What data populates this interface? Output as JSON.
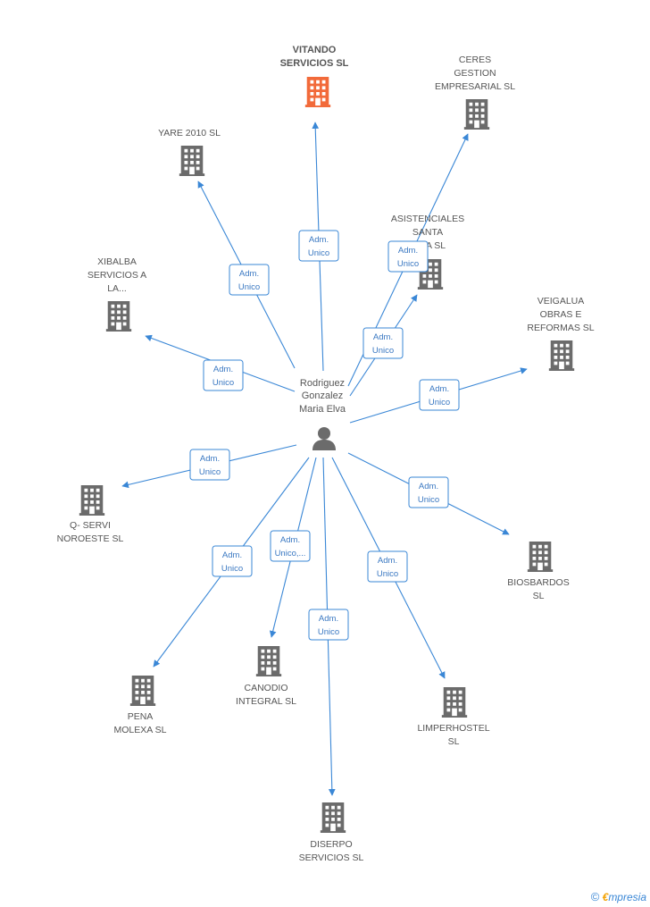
{
  "colors": {
    "edge": "#3a87d6",
    "building": "#6b6b6b",
    "building_highlight": "#f26a3a",
    "person": "#6b6b6b"
  },
  "person": {
    "name_lines": [
      "Rodriguez",
      "Gonzalez",
      "Maria Elva"
    ],
    "icon": "person-icon"
  },
  "companies": [
    {
      "id": "vitando",
      "lines": [
        "VITANDO",
        "SERVICIOS SL"
      ],
      "highlight": true,
      "role_lines": [
        "Adm.",
        "Unico"
      ]
    },
    {
      "id": "ceres",
      "lines": [
        "CERES",
        "GESTION",
        "EMPRESARIAL SL"
      ],
      "highlight": false,
      "role_lines": [
        "Adm.",
        "Unico"
      ]
    },
    {
      "id": "yare",
      "lines": [
        "YARE 2010 SL"
      ],
      "highlight": false,
      "role_lines": [
        "Adm.",
        "Unico"
      ]
    },
    {
      "id": "asistenciales",
      "lines": [
        "ASISTENCIALES",
        "SANTA",
        "…NA SL"
      ],
      "highlight": false,
      "role_lines": [
        "Adm.",
        "Unico"
      ]
    },
    {
      "id": "xibalba",
      "lines": [
        "XIBALBA",
        "SERVICIOS A",
        "LA..."
      ],
      "highlight": false,
      "role_lines": [
        "Adm.",
        "Unico"
      ]
    },
    {
      "id": "veigalua",
      "lines": [
        "VEIGALUA",
        "OBRAS E",
        "REFORMAS SL"
      ],
      "highlight": false,
      "role_lines": [
        "Adm.",
        "Unico"
      ]
    },
    {
      "id": "qservi",
      "lines": [
        "Q- SERVI",
        "NOROESTE SL"
      ],
      "highlight": false,
      "role_lines": [
        "Adm.",
        "Unico"
      ]
    },
    {
      "id": "biosbardos",
      "lines": [
        "BIOSBARDOS",
        "SL"
      ],
      "highlight": false,
      "role_lines": [
        "Adm.",
        "Unico"
      ]
    },
    {
      "id": "pena",
      "lines": [
        "PENA",
        "MOLEXA  SL"
      ],
      "highlight": false,
      "role_lines": [
        "Adm.",
        "Unico"
      ]
    },
    {
      "id": "canodio",
      "lines": [
        "CANODIO",
        "INTEGRAL SL"
      ],
      "highlight": false,
      "role_lines": [
        "Adm.",
        "Unico,..."
      ]
    },
    {
      "id": "limperhostel",
      "lines": [
        "LIMPERHOSTEL",
        "SL"
      ],
      "highlight": false,
      "role_lines": [
        "Adm.",
        "Unico"
      ]
    },
    {
      "id": "diserpo",
      "lines": [
        "DISERPO",
        "SERVICIOS SL"
      ],
      "highlight": false,
      "role_lines": [
        "Adm.",
        "Unico"
      ]
    }
  ],
  "footer": {
    "copyright": "©",
    "brand_e": "€",
    "brand_rest": "mpresia"
  }
}
